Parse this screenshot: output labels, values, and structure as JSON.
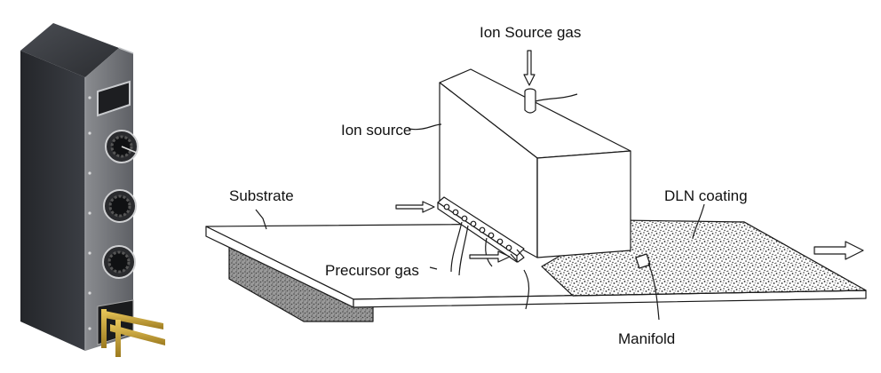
{
  "labels": {
    "ion_source_gas": "Ion Source gas",
    "ion_source": "Ion source",
    "substrate": "Substrate",
    "dln_coating": "DLN coating",
    "precursor_gas": "Precursor gas",
    "manifold": "Manifold"
  },
  "colors": {
    "line": "#1a1a1a",
    "background": "#ffffff",
    "device_body": "#3a3d42",
    "device_face": "#6e7075",
    "gold_tube": "#c9a43a"
  }
}
